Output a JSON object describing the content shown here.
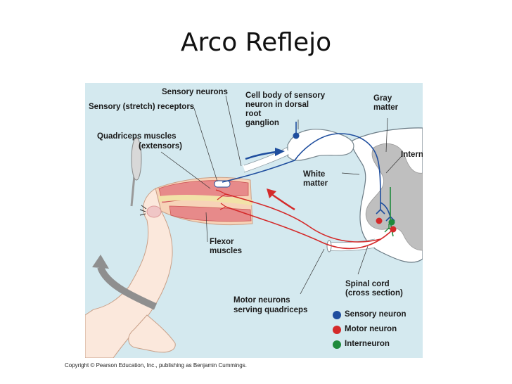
{
  "title": "Arco Reflejo",
  "labels": {
    "sensory_neurons": "Sensory neurons",
    "sensory_receptors": "Sensory (stretch) receptors",
    "cell_body_l1": "Cell body of sensory",
    "cell_body_l2": "neuron in dorsal",
    "cell_body_l3": "root",
    "cell_body_l4": "ganglion",
    "gray_l1": "Gray",
    "gray_l2": "matter",
    "quad_l1": "Quadriceps muscles",
    "quad_l2": "(extensors)",
    "interneurons": "Interneurons",
    "white_l1": "White",
    "white_l2": "matter",
    "flexor_l1": "Flexor",
    "flexor_l2": "muscles",
    "spinal_l1": "Spinal cord",
    "spinal_l2": "(cross section)",
    "motor_l1": "Motor neurons",
    "motor_l2": "serving quadriceps"
  },
  "legend": [
    {
      "label": "Sensory neuron",
      "color": "#1f4e9e"
    },
    {
      "label": "Motor neuron",
      "color": "#d42a2a"
    },
    {
      "label": "Interneuron",
      "color": "#1e8a3c"
    }
  ],
  "copyright": "Copyright © Pearson Education, Inc., publishing as Benjamin Cummings."
}
